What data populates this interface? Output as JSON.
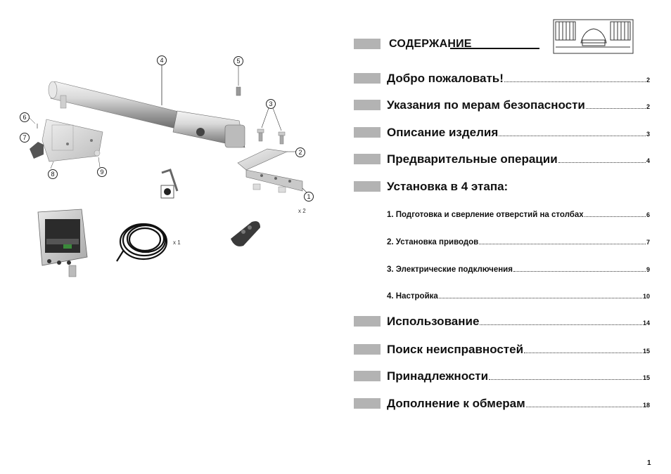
{
  "diagram": {
    "callouts": [
      "1",
      "2",
      "3",
      "4",
      "5",
      "6",
      "7",
      "8",
      "9"
    ],
    "quantities": {
      "brackets": "x 2",
      "cable": "x 1"
    }
  },
  "toc": {
    "title": "СОДЕРЖАНИЕ",
    "entries": [
      {
        "label": "Добро пожаловать!",
        "page": "2",
        "level": "main"
      },
      {
        "label": "Указания по мерам безопасности",
        "page": "2",
        "level": "main"
      },
      {
        "label": "Описание изделия",
        "page": "3",
        "level": "main"
      },
      {
        "label": "Предварительные операции",
        "page": "4",
        "level": "main"
      },
      {
        "label": "Установка в 4 этапа:",
        "page": "",
        "level": "main"
      },
      {
        "label": "1. Подготовка и сверление отверстий на столбах",
        "page": "6",
        "level": "sub"
      },
      {
        "label": "2. Установка приводов",
        "page": "7",
        "level": "sub"
      },
      {
        "label": "3. Электрические подключения",
        "page": "9",
        "level": "sub"
      },
      {
        "label": "4. Настройка",
        "page": "10",
        "level": "sub"
      },
      {
        "label": "Использование",
        "page": "14",
        "level": "main"
      },
      {
        "label": "Поиск неисправностей",
        "page": "15",
        "level": "main"
      },
      {
        "label": "Принадлежности",
        "page": "15",
        "level": "main"
      },
      {
        "label": "Дополнение к обмерам",
        "page": "18",
        "level": "main"
      }
    ]
  },
  "page_number": "1"
}
